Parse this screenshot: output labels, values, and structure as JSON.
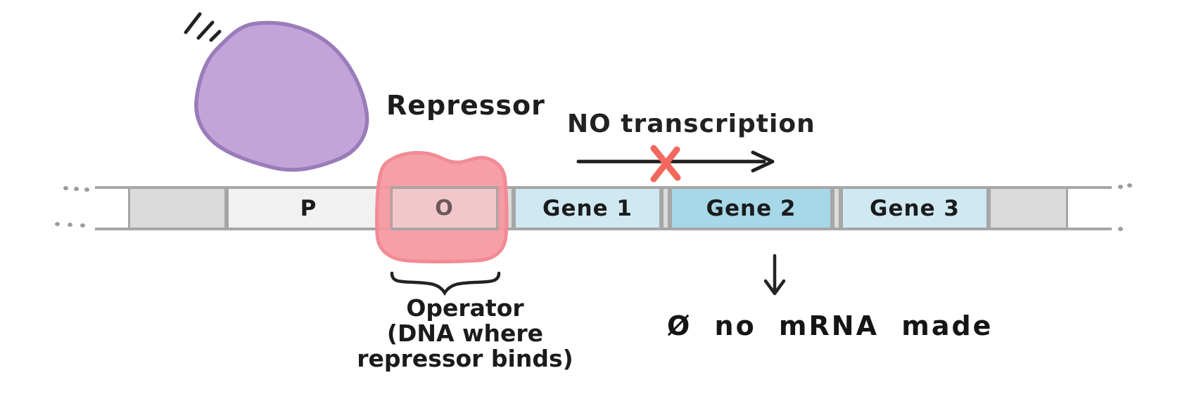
{
  "labels": {
    "repressor": "Repressor",
    "no_transcription": "NO transcription",
    "no_mrna": "Ø no mRNA made"
  },
  "dna": {
    "segments": [
      {
        "name": "promoter",
        "label": "P"
      },
      {
        "name": "operator",
        "label": "O"
      },
      {
        "name": "gene-1",
        "label": "Gene 1"
      },
      {
        "name": "gene-2",
        "label": "Gene 2"
      },
      {
        "name": "gene-3",
        "label": "Gene 3"
      }
    ]
  },
  "operator_caption": {
    "line1": "Operator",
    "line2": "(DNA where",
    "line3": "repressor binds)"
  },
  "icons": {
    "blocked-cross": "✕",
    "transcription-arrow": "→",
    "result-arrow": "↓",
    "continuation-dots": "…"
  },
  "colors": {
    "repressor_fill": "#c3a4d9",
    "repressor_stroke": "#9a7cba",
    "bound_repressor_fill": "#f698a0",
    "bound_repressor_stroke": "#f28b94",
    "gene_light": "#cfe8f2",
    "gene_dark": "#a6d8e8",
    "strand_gray": "#dbdbdb",
    "strand_light": "#f1f1f1",
    "strand_border": "#a6a6a6",
    "cross_red": "#f3685e",
    "ink": "#1c1c1c"
  }
}
